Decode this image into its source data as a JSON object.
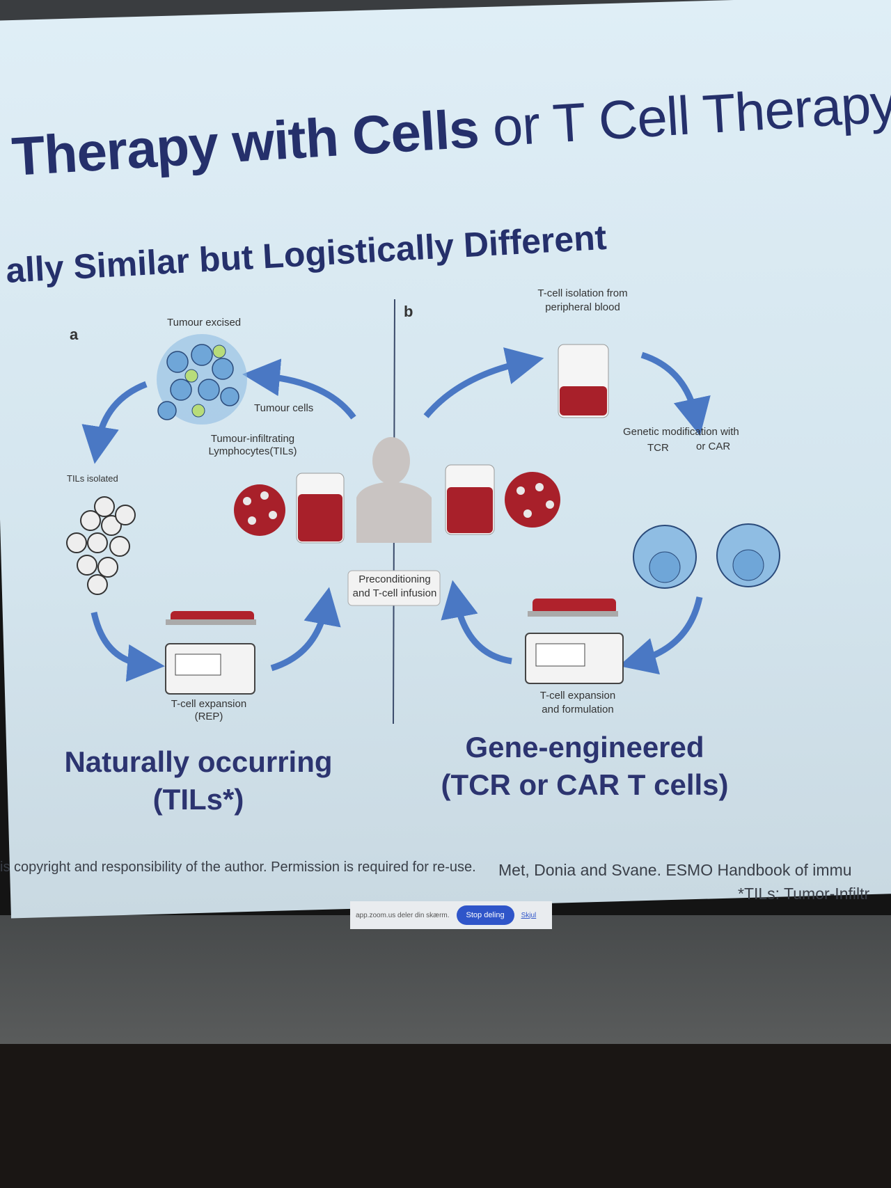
{
  "slide": {
    "title_bold_1": "Therapy with Cells",
    "title_normal": " or T Cell Therapy with",
    "subtitle": "ally Similar but Logistically Different",
    "panel_a": {
      "letter": "a",
      "tumour_excised": "Tumour excised",
      "tumour_cells": "Tumour cells",
      "tils_label": "Tumour-infiltrating Lymphocytes(TILs)",
      "tils_isolated": "TILs isolated",
      "expansion": "T-cell expansion (REP)"
    },
    "center": {
      "infusion": "Preconditioning and T-cell infusion"
    },
    "panel_b": {
      "letter": "b",
      "isolation": "T-cell isolation from peripheral blood",
      "genetic_mod": "Genetic modification with",
      "tcr": "TCR",
      "car": "or CAR",
      "expansion": "T-cell expansion and formulation"
    },
    "caption_left_1": "Naturally occurring",
    "caption_left_2": "(TILs*)",
    "caption_right_1": "Gene-engineered",
    "caption_right_2": "(TCR or CAR T cells)",
    "footer_left": "is copyright and responsibility of the author. Permission is required for re-use.",
    "footer_right_1": "Met, Donia and Svane. ESMO Handbook of immu",
    "footer_right_2": "*TILs: Tumor-Infiltr"
  },
  "share_bar": {
    "message": "app.zoom.us deler din skærm.",
    "stop_label": "Stop deling",
    "hide_label": "Skjul"
  },
  "colors": {
    "title": "#25306b",
    "arrow": "#4a78c4",
    "blood": "#a8202a",
    "stop_button": "#2f55c9"
  }
}
